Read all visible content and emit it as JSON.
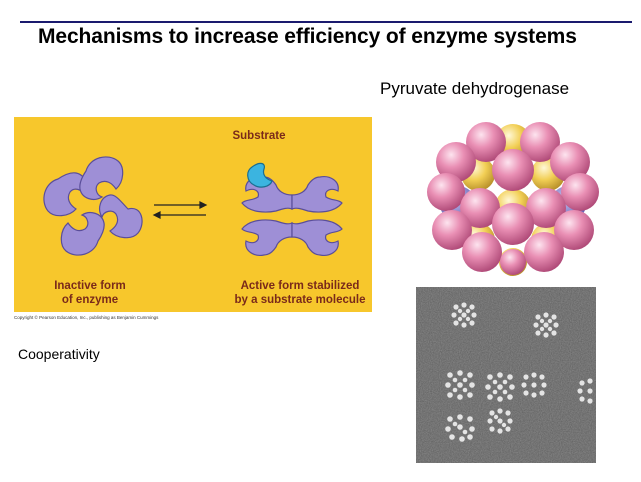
{
  "slide": {
    "title": "Mechanisms to increase efficiency of enzyme systems",
    "pdh_label": "Pyruvate dehydrogenase",
    "cooperativity_label": "Cooperativity"
  },
  "figure": {
    "substrate_label": "Substrate",
    "inactive_caption_1": "Inactive form",
    "inactive_caption_2": "of enzyme",
    "active_caption_1": "Active form stabilized",
    "active_caption_2": "by a substrate molecule",
    "copyright": "Copyright © Pearson Education, Inc., publishing as Benjamin Cummings"
  },
  "colors": {
    "panel_bg": "#f7c72c",
    "enzyme_subunit": "#9e8fd6",
    "substrate": "#3bb4e0",
    "caption_text": "#7a2a1a",
    "pdh_core_sphere": "#f2cf55",
    "pdh_shell_sphere": "#e07aa5",
    "title_rule": "#1a1a6e"
  }
}
